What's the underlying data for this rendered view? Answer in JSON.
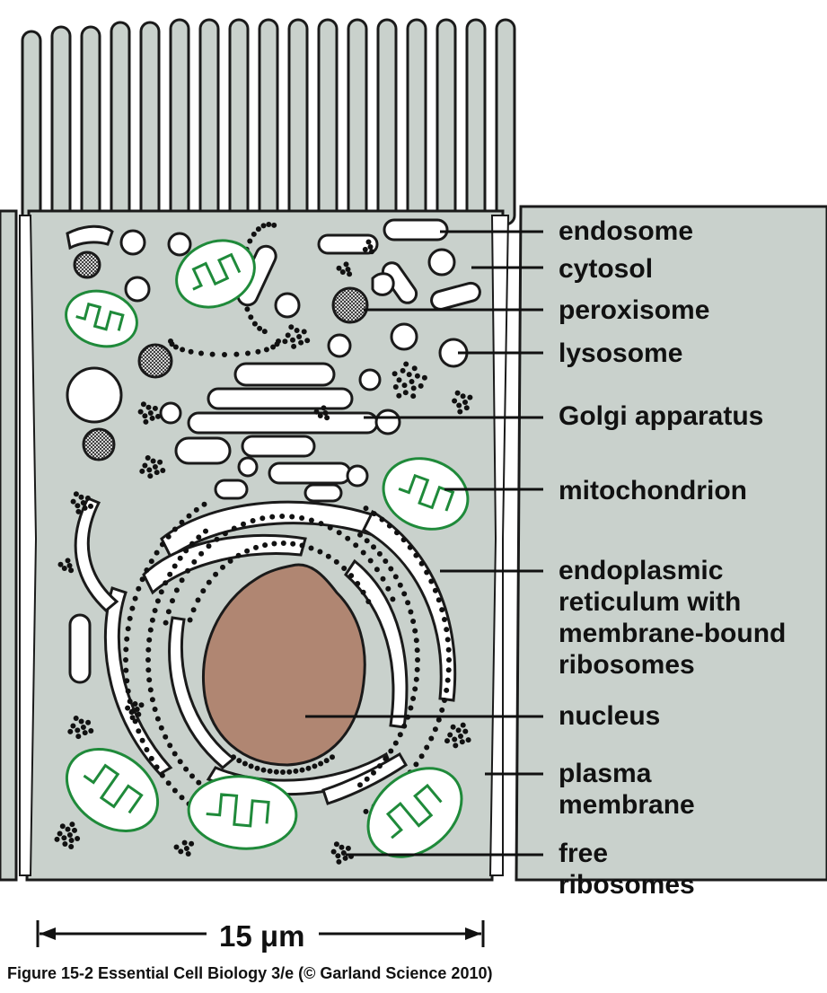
{
  "labels": {
    "endosome": "endosome",
    "cytosol": "cytosol",
    "peroxisome": "peroxisome",
    "lysosome": "lysosome",
    "golgi": "Golgi apparatus",
    "mitochondrion": "mitochondrion",
    "er_line1": "endoplasmic",
    "er_line2": "reticulum with",
    "er_line3": "membrane-bound",
    "er_line4": "ribosomes",
    "nucleus": "nucleus",
    "plasma_line1": "plasma",
    "plasma_line2": "membrane",
    "free_line1": "free",
    "free_line2": "ribosomes"
  },
  "scale_bar": {
    "label": "15 μm"
  },
  "caption": "Figure 15-2  Essential Cell Biology 3/e (© Garland Science 2010)",
  "colors": {
    "cytoplasm": "#c9d1cc",
    "outline": "#1a1a1a",
    "nucleus": "#b08672",
    "mitochondria": "#1f8a3a",
    "ribosome": "#111111",
    "vesicle": "#ffffff"
  }
}
